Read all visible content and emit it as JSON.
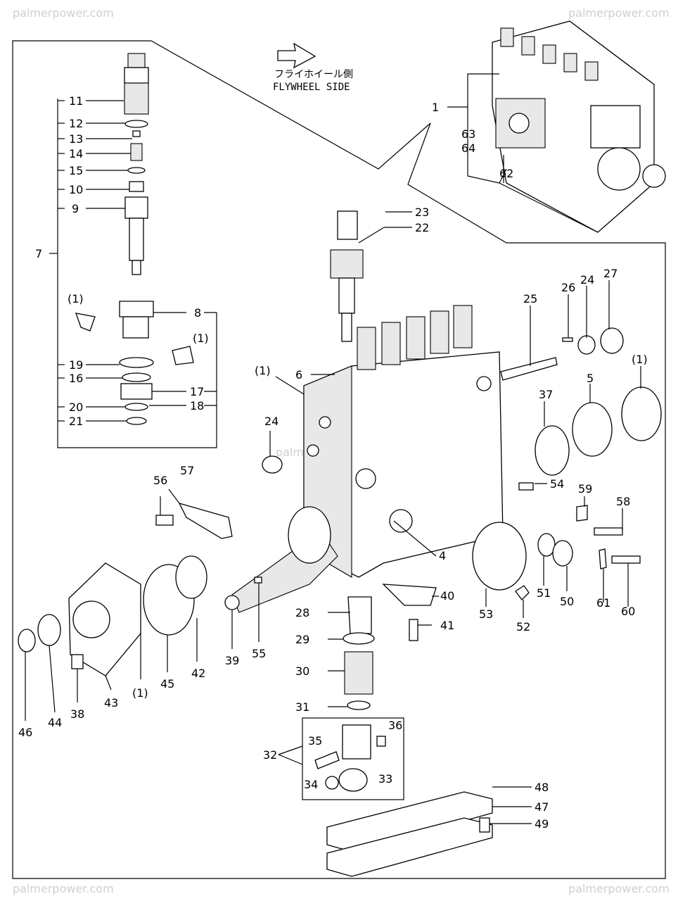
{
  "watermarks": {
    "top_left": "palmerpower.com",
    "top_right": "palmerpower.com",
    "bottom_left": "palmerpower.com",
    "bottom_right": "palmerpower.com",
    "center": "palmerpower.com"
  },
  "direction": {
    "jp": "フライホイール側",
    "en": "FLYWHEEL SIDE"
  },
  "labels": {
    "l1": "1",
    "l4": "4",
    "l5": "5",
    "l6": "6",
    "l7": "7",
    "l8": "8",
    "l9": "9",
    "l10": "10",
    "l11": "11",
    "l12": "12",
    "l13": "13",
    "l14": "14",
    "l15": "15",
    "l16": "16",
    "l17": "17",
    "l18": "18",
    "l19": "19",
    "l20": "20",
    "l21": "21",
    "l22": "22",
    "l23": "23",
    "l24a": "24",
    "l24b": "24",
    "l25": "25",
    "l26": "26",
    "l27": "27",
    "l28": "28",
    "l29": "29",
    "l30": "30",
    "l31": "31",
    "l32": "32",
    "l33": "33",
    "l34": "34",
    "l35": "35",
    "l36": "36",
    "l37": "37",
    "l38": "38",
    "l39": "39",
    "l40": "40",
    "l41": "41",
    "l42": "42",
    "l43": "43",
    "l44": "44",
    "l45": "45",
    "l46": "46",
    "l47": "47",
    "l48": "48",
    "l49": "49",
    "l50": "50",
    "l51": "51",
    "l52": "52",
    "l53": "53",
    "l54": "54",
    "l55": "55",
    "l56": "56",
    "l57": "57",
    "l58": "58",
    "l59": "59",
    "l60": "60",
    "l61": "61",
    "l62": "62",
    "l63": "63",
    "l64": "64",
    "ref_a": "(1)",
    "ref_b": "(1)",
    "ref_c": "(1)",
    "ref_d": "(1)",
    "ref_e": "(1)"
  }
}
